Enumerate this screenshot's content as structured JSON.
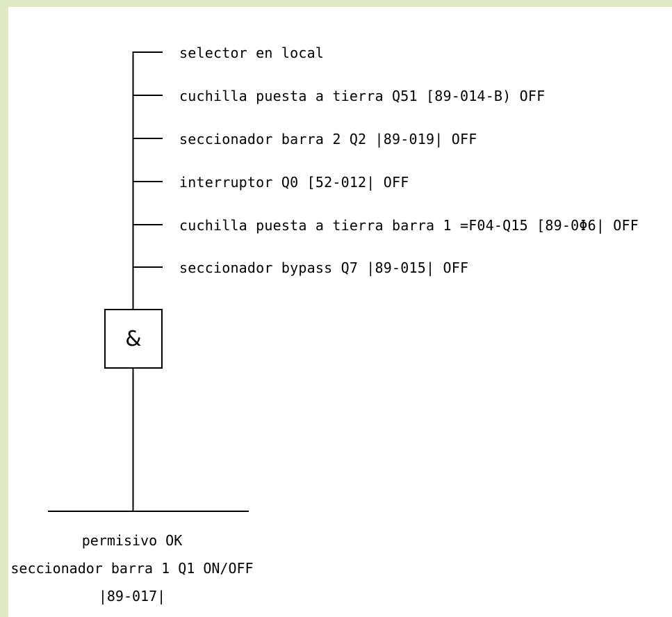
{
  "inputs": [
    {
      "label": "selector en local"
    },
    {
      "label": "cuchilla puesta a tierra Q51 [89-014-B) OFF"
    },
    {
      "label": "seccionador barra 2 Q2 |89-019| OFF"
    },
    {
      "label": "interruptor Q0 [52-012| OFF"
    },
    {
      "label": "cuchilla puesta a tierra barra 1 =F04-Q15 [89-0Φ6| OFF"
    },
    {
      "label": "seccionador bypass Q7 |89-015| OFF"
    }
  ],
  "gate": {
    "symbol": "&"
  },
  "output": {
    "line1": "permisivo OK",
    "line2": "seccionador barra 1 Q1 ON/OFF",
    "line3": "|89-017|"
  }
}
